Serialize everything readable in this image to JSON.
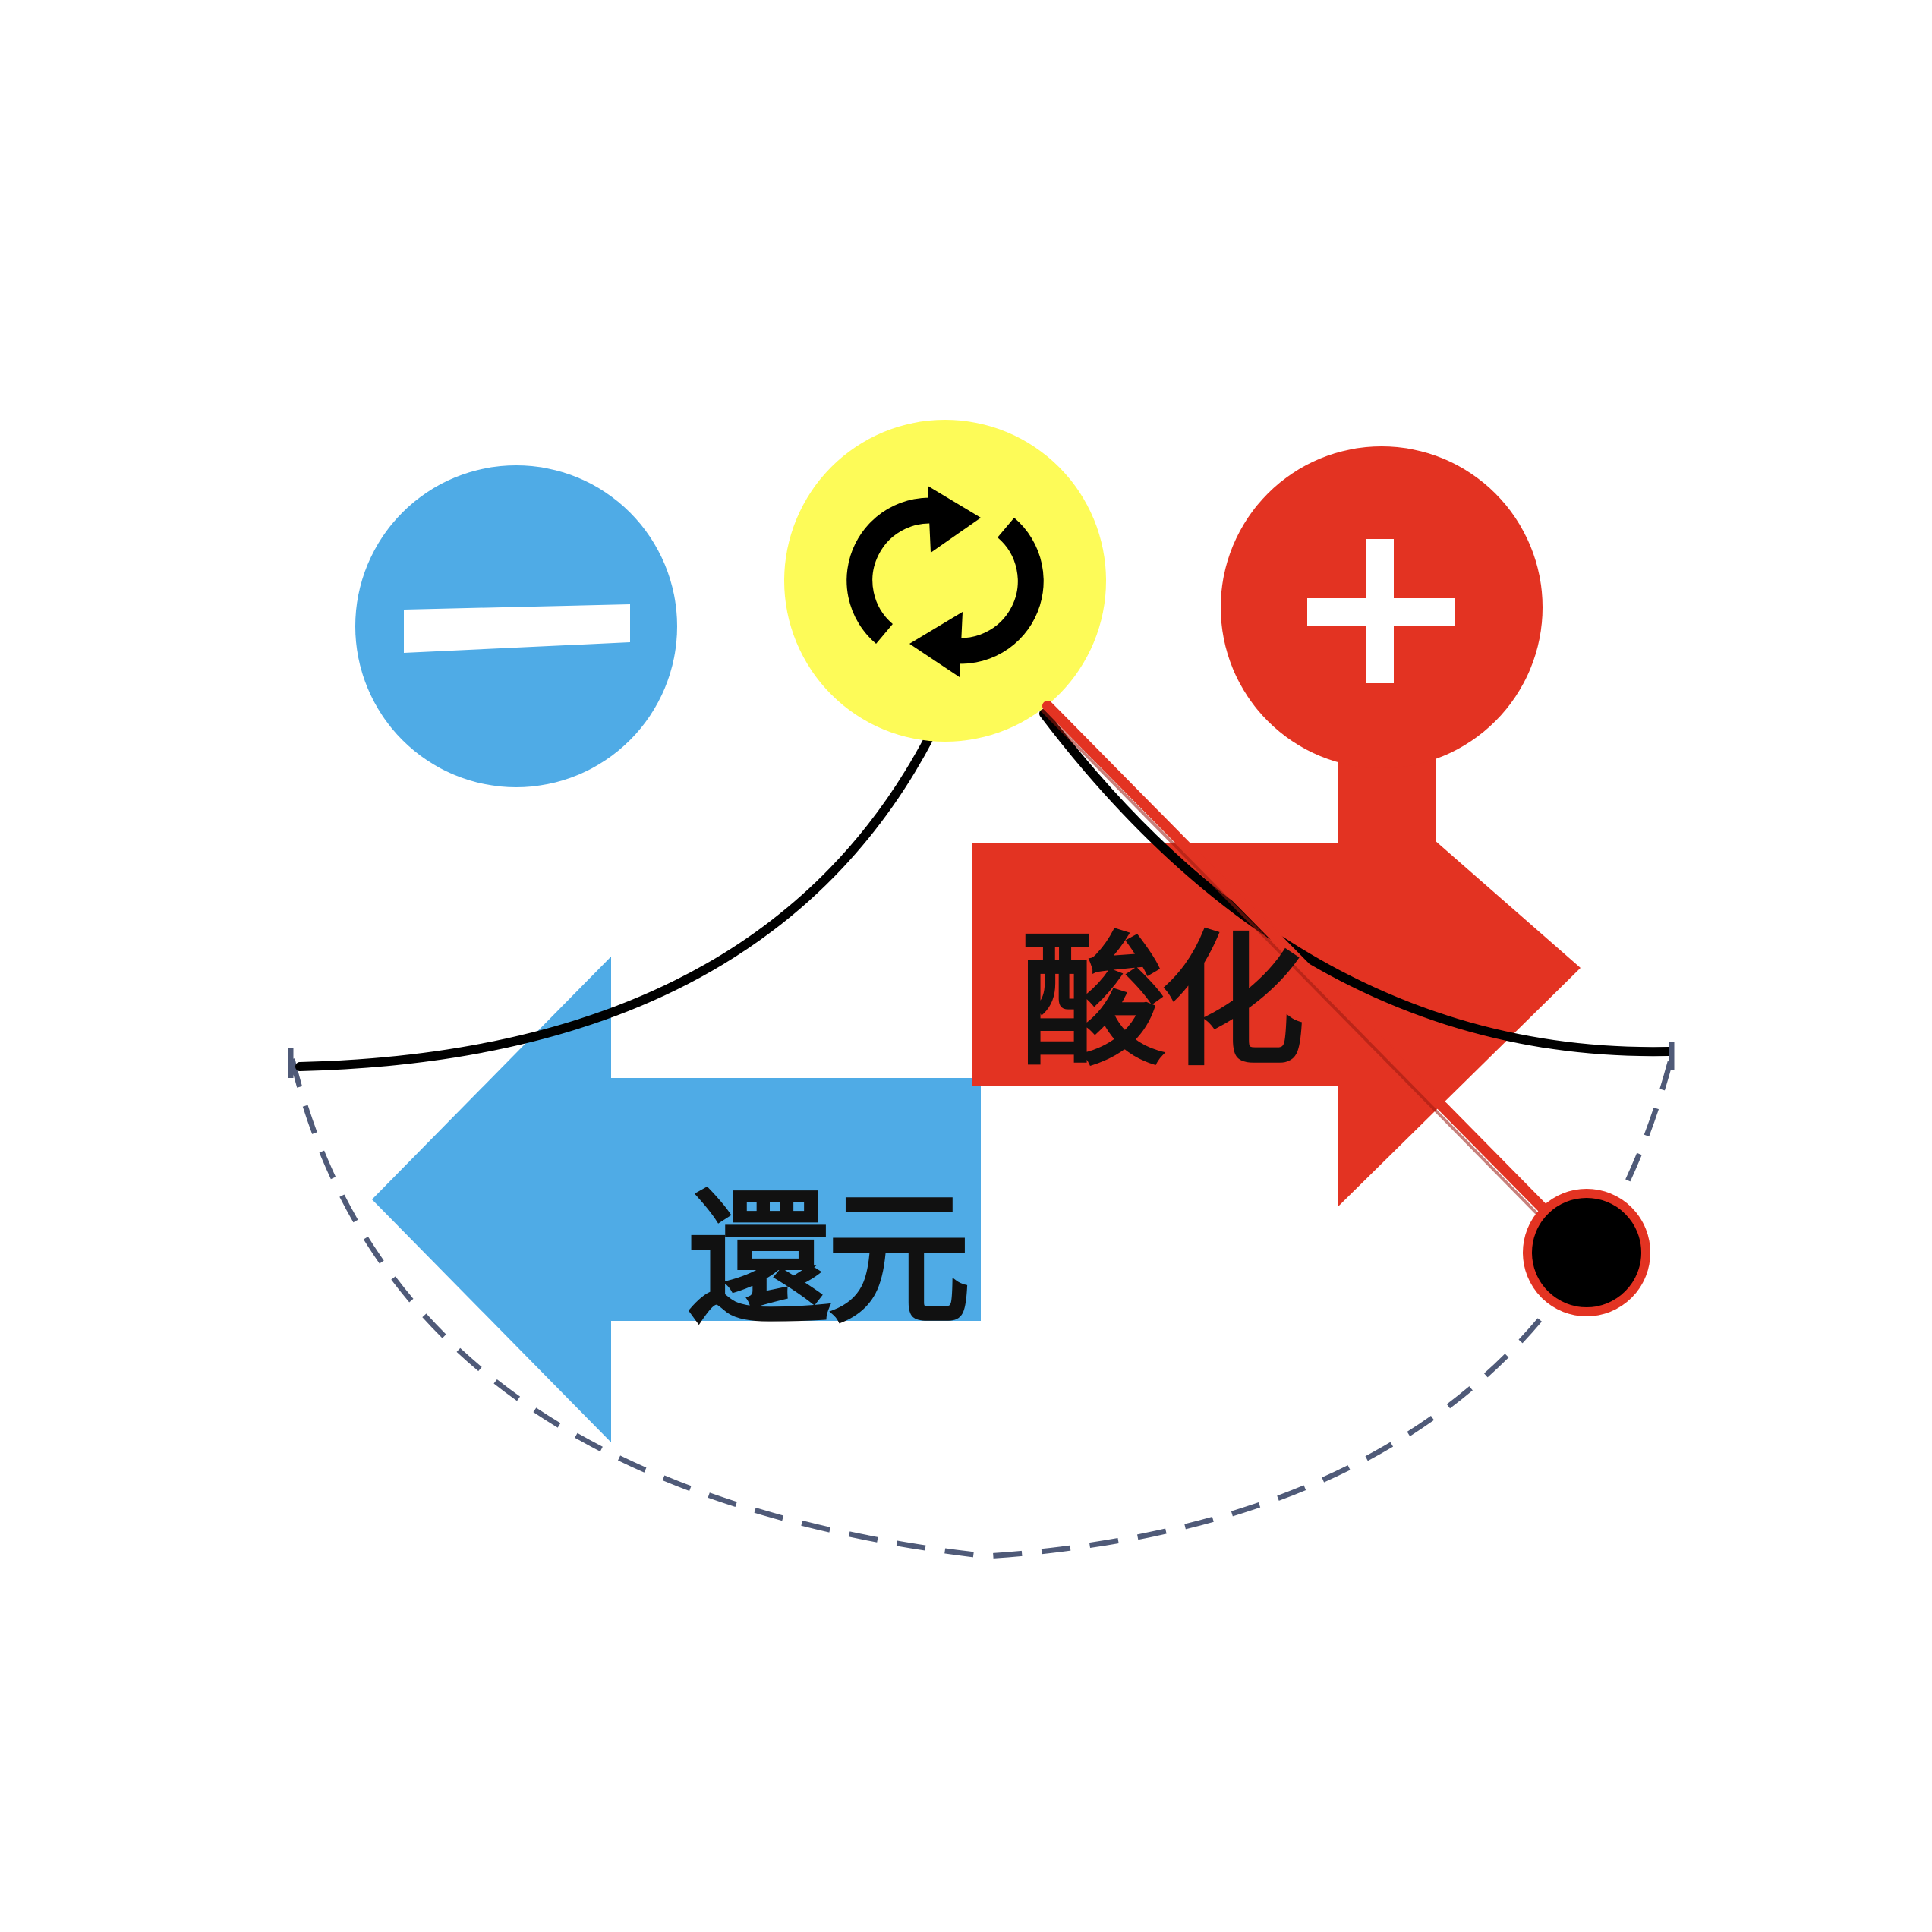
{
  "labels": {
    "reduction": "還元",
    "oxidation": "酸化"
  },
  "icons": {
    "minus": "minus-icon",
    "plus": "plus-icon",
    "cycle": "refresh-cycle-icon",
    "pivot": "pendulum-bob-icon"
  },
  "colors": {
    "background": "#ffffff",
    "blue": "#4FABE6",
    "red": "#E33322",
    "yellow": "#FDFB58",
    "black": "#000000",
    "dashed_arc": "#4F5A78"
  },
  "state": {
    "needle_position": "oxidation"
  }
}
